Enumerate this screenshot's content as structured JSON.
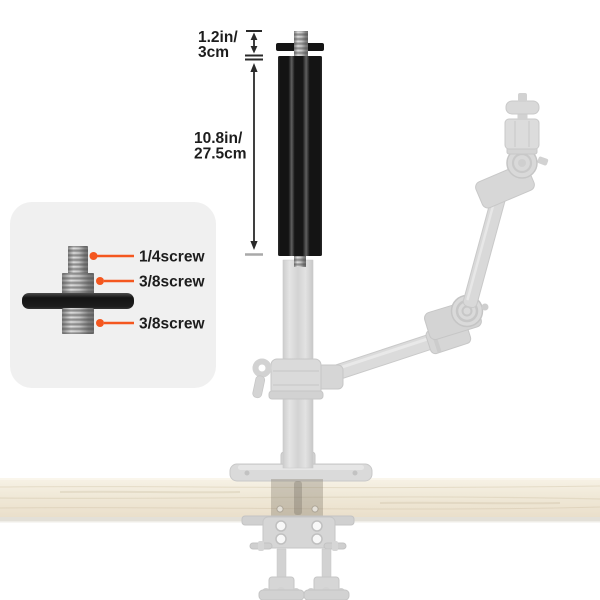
{
  "product_diagram": {
    "dimensions": {
      "tip": {
        "line1": "1.2in/",
        "line2": "3cm"
      },
      "pole": {
        "line1": "10.8in/",
        "line2": "27.5cm"
      }
    },
    "adapter_callout": {
      "labels": [
        {
          "text": "1/4screw"
        },
        {
          "text": "3/8screw"
        },
        {
          "text": "3/8screw"
        }
      ]
    },
    "colors": {
      "accent": "#F4571F",
      "pole_black": "#161616",
      "ghost_gray": "#D9D9D9",
      "desk_wood": "#F0E9D8"
    }
  }
}
